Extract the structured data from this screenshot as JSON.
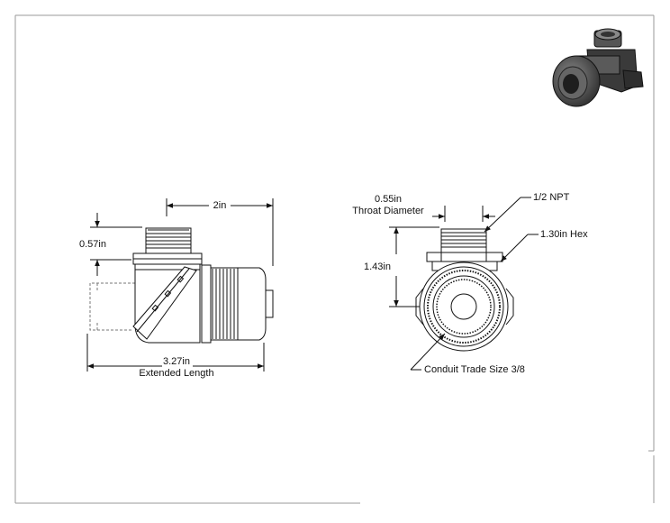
{
  "colors": {
    "line": "#111111",
    "border": "#9a9a9a",
    "part_dark": "#3a3a3a",
    "part_mid": "#7a7a7a",
    "part_light": "#c8c8c8"
  },
  "side_view": {
    "width_dim": "2in",
    "thread_height_dim": "0.57in",
    "length_dim": "3.27in",
    "length_caption": "Extended Length"
  },
  "front_view": {
    "throat_dim": "0.55in",
    "throat_caption": "Throat Diameter",
    "thread_callout": "1/2 NPT",
    "hex_callout": "1.30in Hex",
    "height_dim": "1.43in",
    "conduit_callout": "Conduit Trade Size 3/8"
  }
}
